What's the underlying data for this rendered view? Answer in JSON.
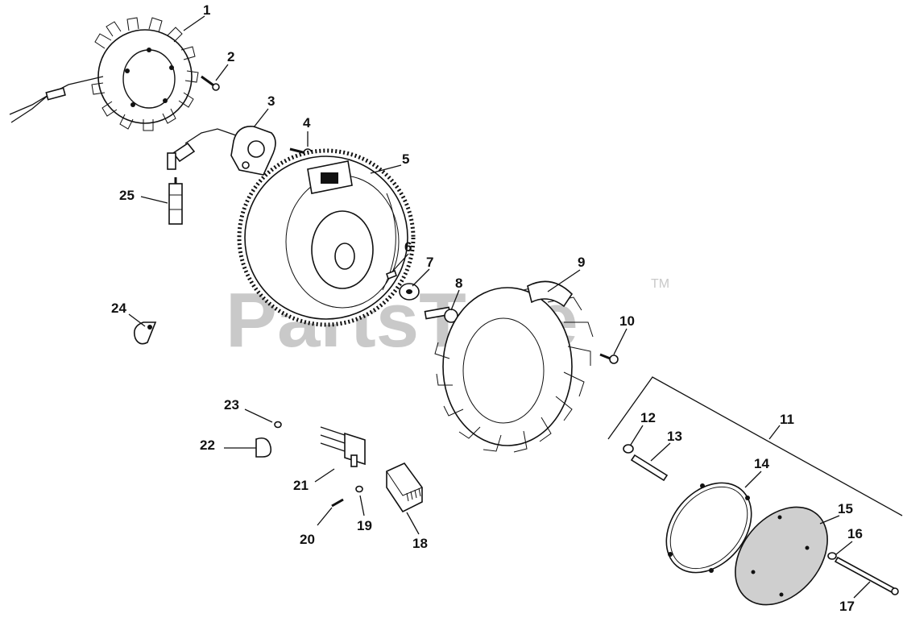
{
  "watermark": {
    "text": "PartsTree",
    "trademark": "TM"
  },
  "callouts": [
    {
      "id": "1"
    },
    {
      "id": "2"
    },
    {
      "id": "3"
    },
    {
      "id": "4"
    },
    {
      "id": "5"
    },
    {
      "id": "6"
    },
    {
      "id": "7"
    },
    {
      "id": "8"
    },
    {
      "id": "9"
    },
    {
      "id": "10"
    },
    {
      "id": "11"
    },
    {
      "id": "12"
    },
    {
      "id": "13"
    },
    {
      "id": "14"
    },
    {
      "id": "15"
    },
    {
      "id": "16"
    },
    {
      "id": "17"
    },
    {
      "id": "18"
    },
    {
      "id": "19"
    },
    {
      "id": "20"
    },
    {
      "id": "21"
    },
    {
      "id": "22"
    },
    {
      "id": "23"
    },
    {
      "id": "24"
    },
    {
      "id": "25"
    }
  ]
}
